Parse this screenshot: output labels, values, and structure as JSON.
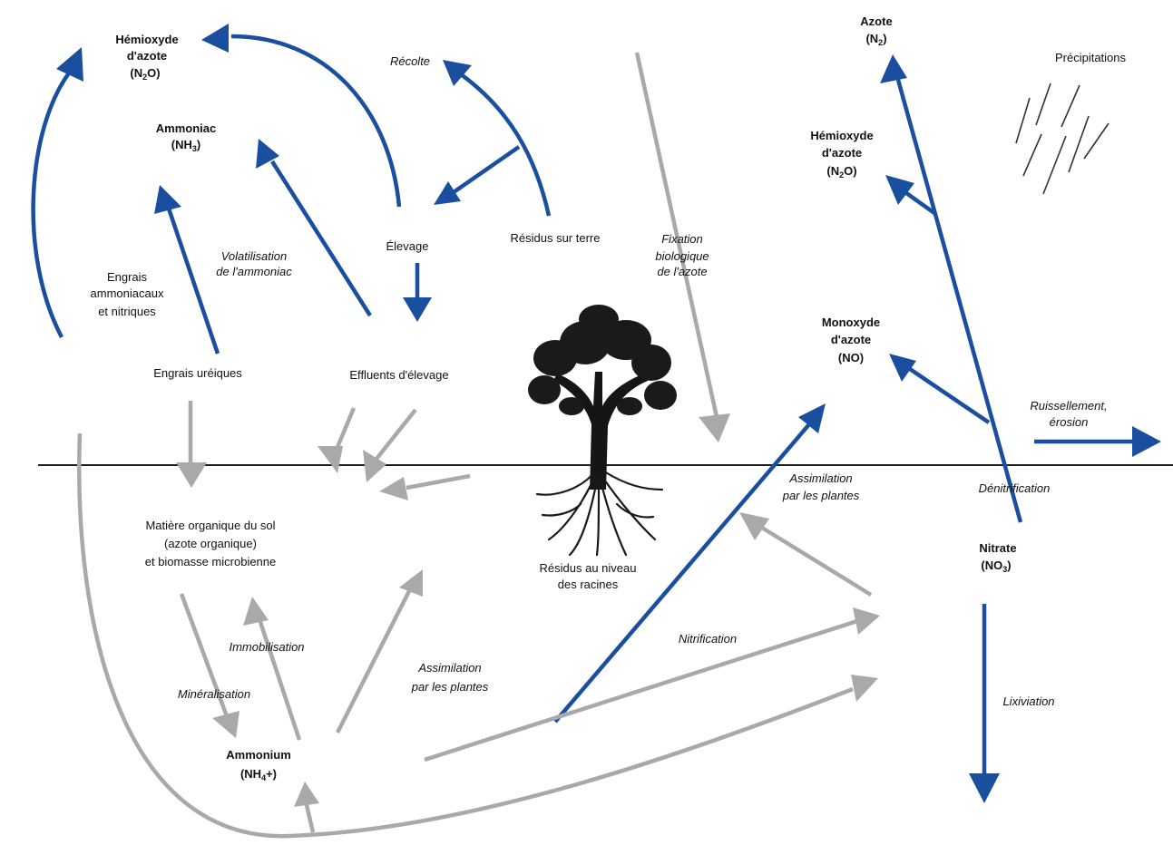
{
  "colors": {
    "blue_arrow": "#1a4fa0",
    "grey_arrow": "#a9a9a9",
    "text": "#111111",
    "background": "#ffffff"
  },
  "labels": {
    "hemioxyde_left_1": "Hémioxyde",
    "hemioxyde_left_2": "d'azote",
    "hemioxyde_left_3a": "(N",
    "hemioxyde_left_3sub": "2",
    "hemioxyde_left_3b": "O)",
    "ammoniac_1": "Ammoniac",
    "ammoniac_2a": "(NH",
    "ammoniac_2sub": "3",
    "ammoniac_2b": ")",
    "recolte": "Récolte",
    "volatilisation_1": "Volatilisation",
    "volatilisation_2": "de l'ammoniac",
    "elevage": "Élevage",
    "residus_terre": "Résidus sur terre",
    "engrais_amm_1": "Engrais",
    "engrais_amm_2": "ammoniacaux",
    "engrais_amm_3": "et nitriques",
    "engrais_ureiques": "Engrais uréiques",
    "effluents": "Effluents d'élevage",
    "fixation_1": "Fixation",
    "fixation_2": "biologique",
    "fixation_3": "de l'azote",
    "azote_1": "Azote",
    "azote_2a": "(N",
    "azote_2sub": "2",
    "azote_2b": ")",
    "precipitations": "Précipitations",
    "hemioxyde_right_1": "Hémioxyde",
    "hemioxyde_right_2": "d'azote",
    "hemioxyde_right_3a": "(N",
    "hemioxyde_right_3sub": "2",
    "hemioxyde_right_3b": "O)",
    "monoxyde_1": "Monoxyde",
    "monoxyde_2": "d'azote",
    "monoxyde_3": "(NO)",
    "ruissellement_1": "Ruissellement,",
    "ruissellement_2": "érosion",
    "assimilation_top_1": "Assimilation",
    "assimilation_top_2": "par les plantes",
    "denitrification": "Dénitrification",
    "matiere_1": "Matière organique du sol",
    "matiere_2": "(azote organique)",
    "matiere_3": "et biomasse microbienne",
    "residus_racines_1": "Résidus au niveau",
    "residus_racines_2": "des racines",
    "nitrate_1": "Nitrate",
    "nitrate_2a": "(NO",
    "nitrate_2sub": "3",
    "nitrate_2b": ")",
    "nitrification": "Nitrification",
    "immobilisation": "Immobilisation",
    "mineralisation": "Minéralisation",
    "assimilation_bottom_1": "Assimilation",
    "assimilation_bottom_2": "par les plantes",
    "lixiviation": "Lixiviation",
    "ammonium_1": "Ammonium",
    "ammonium_2a": "(NH",
    "ammonium_2sub": "4",
    "ammonium_2b": "+)"
  }
}
